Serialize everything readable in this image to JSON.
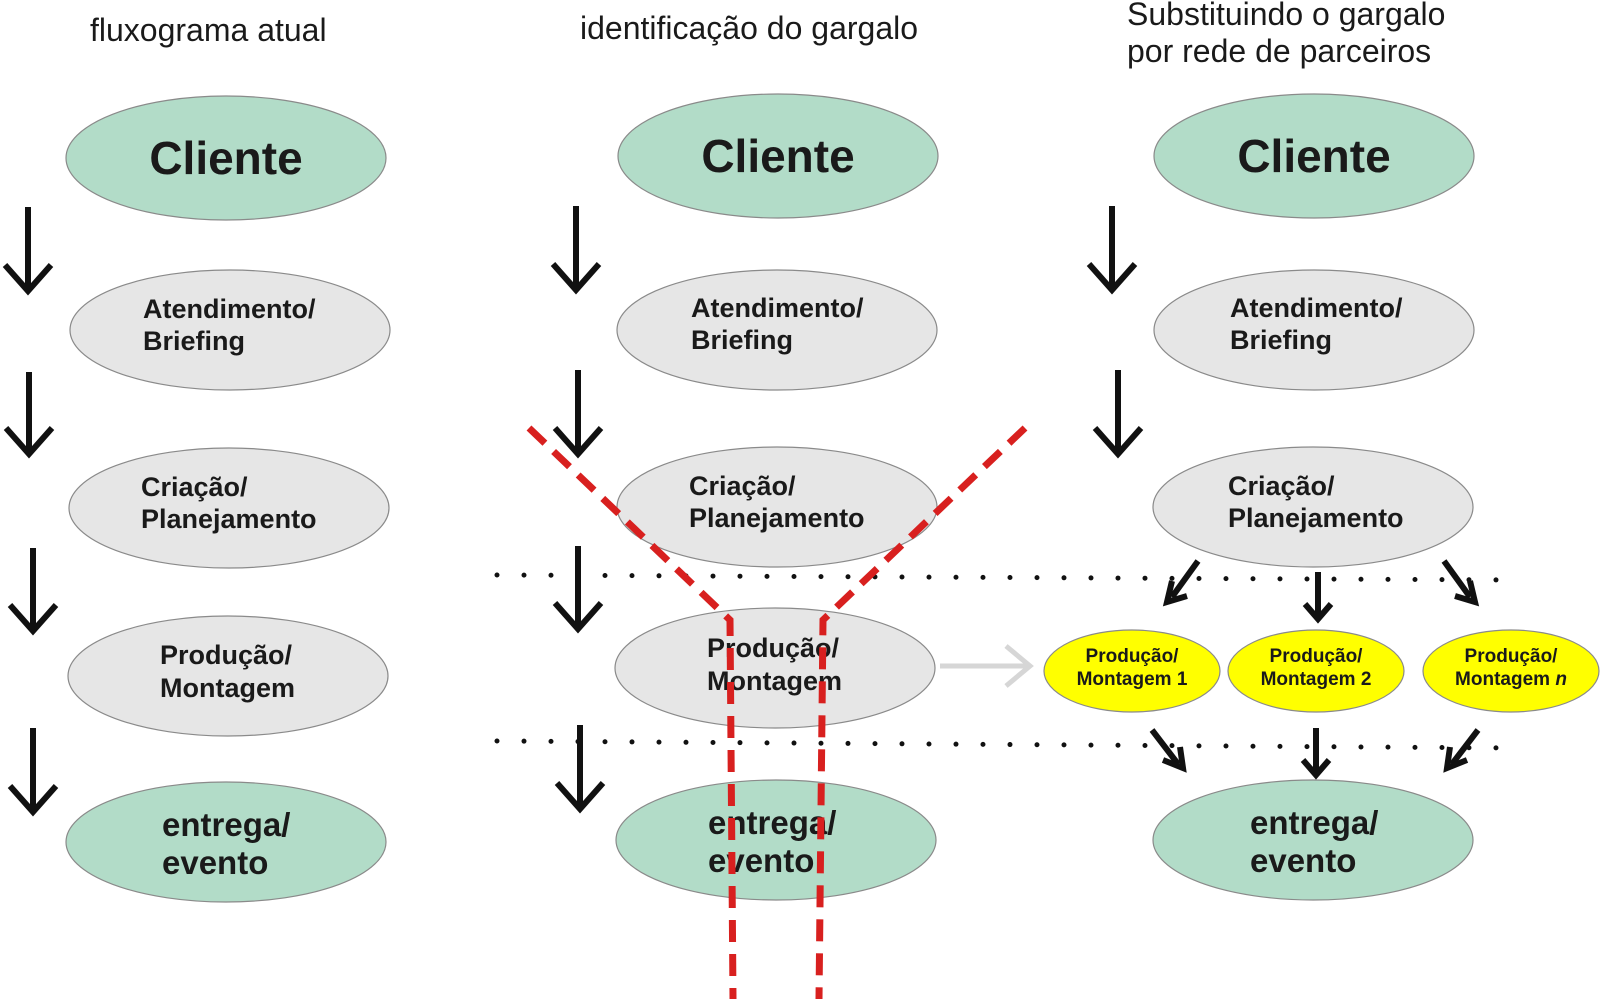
{
  "columns": [
    {
      "title_lines": [
        "fluxograma atual"
      ],
      "cliente": "Cliente",
      "atendimento": [
        "Atendimento/",
        "Briefing"
      ],
      "criacao": [
        "Criação/",
        "Planejamento"
      ],
      "producao": [
        "Produção/",
        "Montagem"
      ],
      "entrega": [
        "entrega/",
        "evento"
      ]
    },
    {
      "title_lines": [
        "identificação do gargalo"
      ],
      "cliente": "Cliente",
      "atendimento": [
        "Atendimento/",
        "Briefing"
      ],
      "criacao": [
        "Criação/",
        "Planejamento"
      ],
      "producao": [
        "Produção/",
        "Montagem"
      ],
      "entrega": [
        "entrega/",
        "evento"
      ]
    },
    {
      "title_lines": [
        "Substituindo o gargalo",
        "por rede de parceiros"
      ],
      "cliente": "Cliente",
      "atendimento": [
        "Atendimento/",
        "Briefing"
      ],
      "criacao": [
        "Criação/",
        "Planejamento"
      ],
      "entrega": [
        "entrega/",
        "evento"
      ]
    }
  ],
  "partners": [
    {
      "line1": "Produção/",
      "line2": "Montagem 1"
    },
    {
      "line1": "Produção/",
      "line2": "Montagem 2"
    },
    {
      "line1": "Produção/",
      "line2_prefix": "Montagem ",
      "line2_italic": "n"
    }
  ],
  "colors": {
    "endpoint_fill": "#b2dcc8",
    "step_fill": "#e6e6e6",
    "partner_fill": "#ffff00",
    "bottleneck_line": "#d8201f",
    "substitution_arrow": "#d6d6d6"
  }
}
